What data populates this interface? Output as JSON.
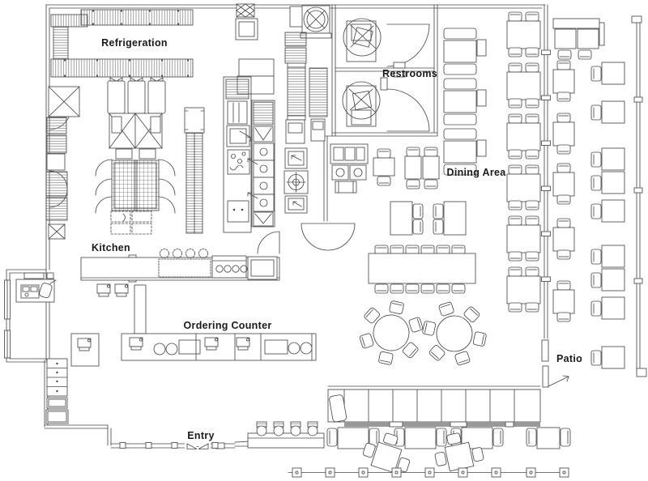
{
  "plan": {
    "background": "#ffffff",
    "line_color": "#4a4a4a",
    "label_color": "#1a1a1a",
    "labels": {
      "refrigeration": "Refrigeration",
      "kitchen": "Kitchen",
      "restrooms": "Restrooms",
      "dining_area": "Dining Area",
      "ordering_counter": "Ordering Counter",
      "entry": "Entry",
      "patio": "Patio"
    },
    "furniture_summary": {
      "dining_four_top_tables": 6,
      "booth_units": 3,
      "dining_two_top_tables": 5,
      "communal_table_seats": 12,
      "round_tables": 2,
      "banquette_tables": 4,
      "patio_two_top_tables": 5,
      "patio_single_chair_tables": 9,
      "patio_bottom_tables": 2,
      "bar_stools": 4,
      "restrooms": 2,
      "fence_posts": 9
    }
  }
}
